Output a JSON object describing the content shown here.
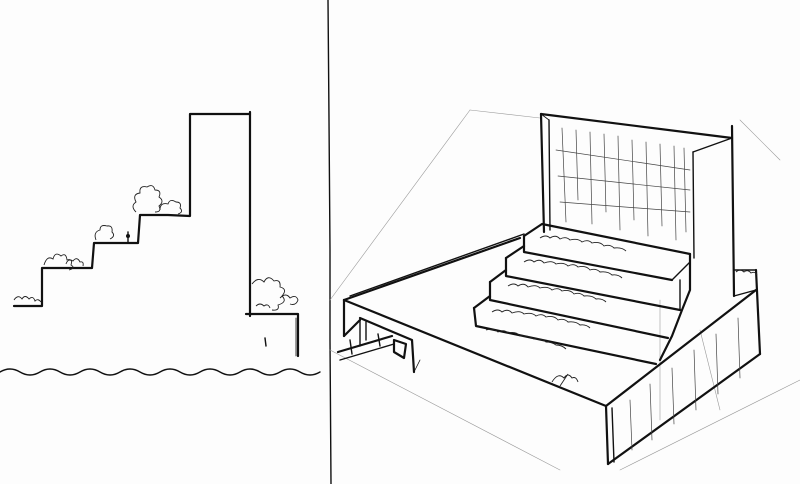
{
  "page": {
    "background": "#fdfdfd",
    "ink_color": "#111111"
  },
  "drawing": {
    "left_view": "section",
    "right_view": "perspective",
    "divider": "vertical-line"
  }
}
